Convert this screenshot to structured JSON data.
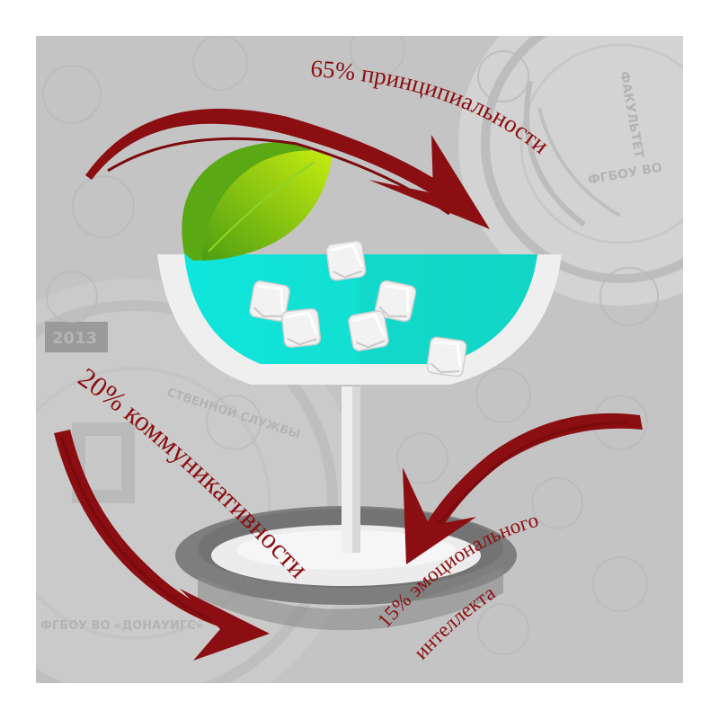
{
  "labels": {
    "principles": "65% принципиальности",
    "communication": "20% коммуникативности",
    "emotional_line1": "15% эмоционального",
    "emotional_line2": "интеллекта"
  },
  "watermark": {
    "seal_text_left": "ФГБОУ ВО «ДОНАУИГС»",
    "seal_text_right": "ФГБОУ ВО",
    "faculty": "ФАКУЛЬТЕТ",
    "service": "СТВЕННОЙ СЛУЖБЫ",
    "year": "2013"
  },
  "colors": {
    "background": "#c4c4c4",
    "arrow": "#8b0e12",
    "drink": "#17e6d6",
    "glass": "#ededed",
    "leaf": "#6fc51c"
  },
  "icons": [
    "curved-arrow-icon",
    "cocktail-glass-icon",
    "leaf-icon",
    "ice-cube-icon"
  ]
}
